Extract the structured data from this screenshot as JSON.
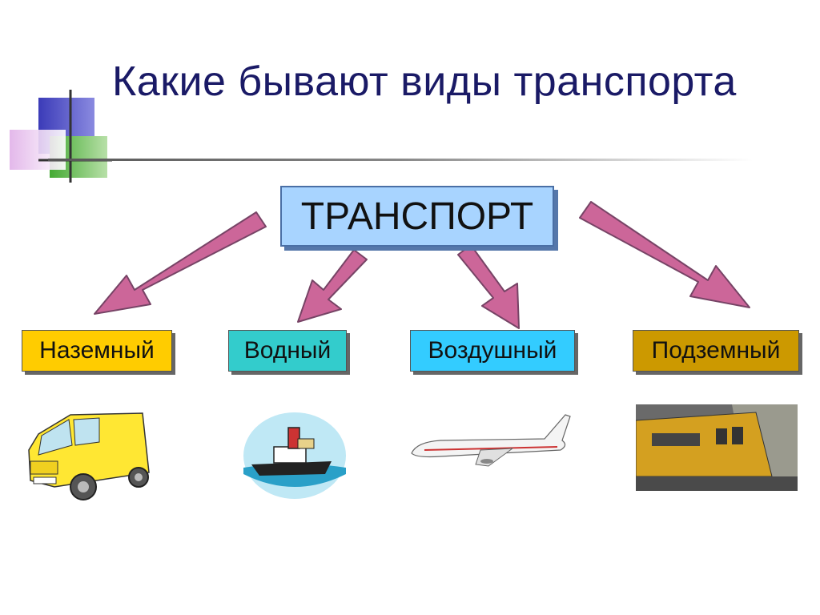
{
  "title": "Какие бывают виды транспорта",
  "center": {
    "label": "ТРАНСПОРТ"
  },
  "categories": [
    {
      "label": "Наземный",
      "color": "#ffcc00"
    },
    {
      "label": "Водный",
      "color": "#33cccc"
    },
    {
      "label": "Воздушный",
      "color": "#33ccff"
    },
    {
      "label": "Подземный",
      "color": "#cc9900"
    }
  ],
  "arrow_color": "#cc6699"
}
